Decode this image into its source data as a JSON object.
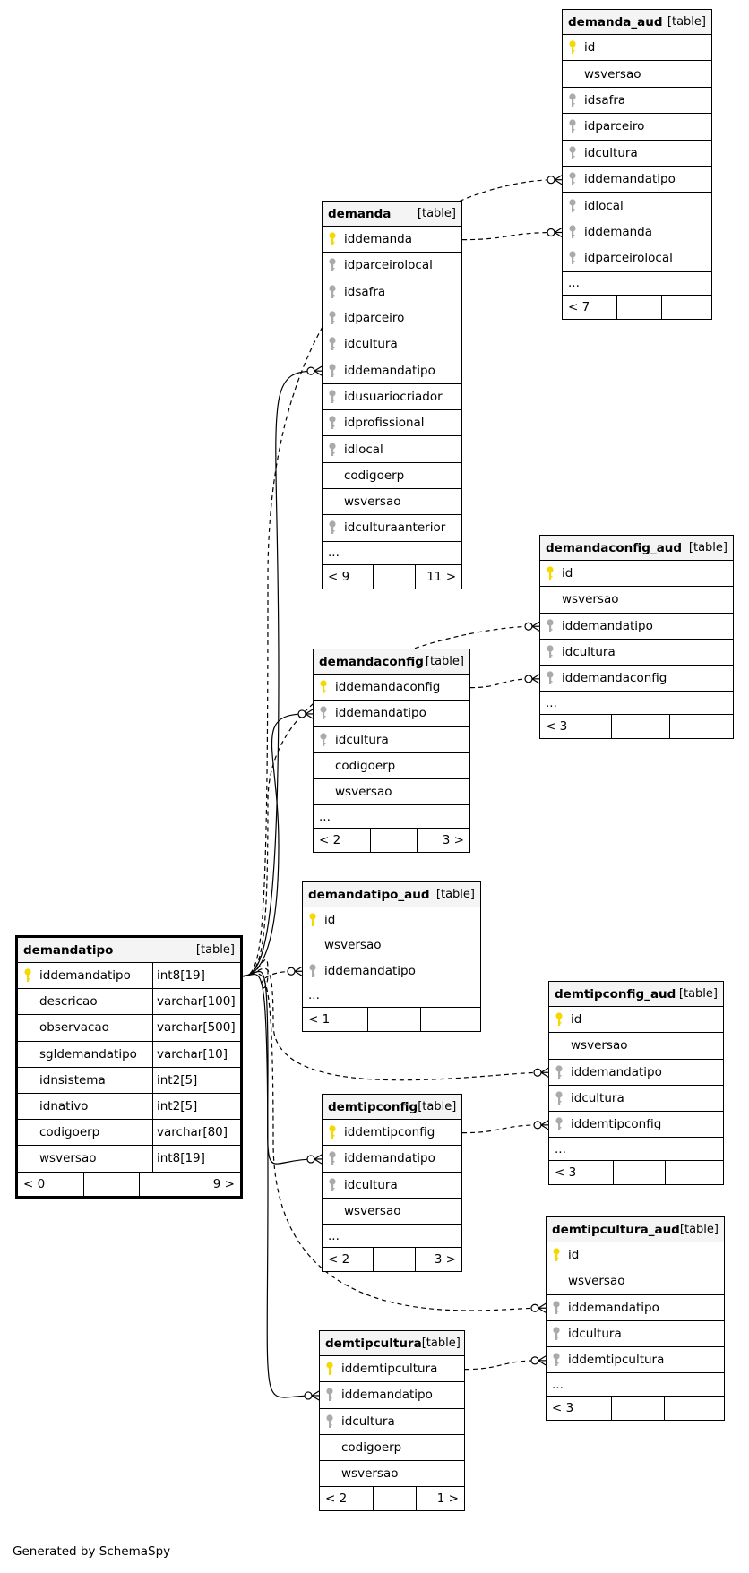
{
  "footer_text": "Generated by SchemaSpy",
  "tables": [
    {
      "name": "demandatipo",
      "type": "[table]",
      "main": true,
      "columns": [
        {
          "name": "iddemandatipo",
          "type": "int8[19]",
          "key": "pk"
        },
        {
          "name": "descricao",
          "type": "varchar[100]",
          "key": "none"
        },
        {
          "name": "observacao",
          "type": "varchar[500]",
          "key": "none"
        },
        {
          "name": "sgldemandatipo",
          "type": "varchar[10]",
          "key": "none"
        },
        {
          "name": "idnsistema",
          "type": "int2[5]",
          "key": "none"
        },
        {
          "name": "idnativo",
          "type": "int2[5]",
          "key": "none"
        },
        {
          "name": "codigoerp",
          "type": "varchar[80]",
          "key": "none"
        },
        {
          "name": "wsversao",
          "type": "int8[19]",
          "key": "none"
        }
      ],
      "more": "",
      "footer": [
        "< 0",
        "",
        "9 >"
      ]
    },
    {
      "name": "demanda_aud",
      "type": "[table]",
      "columns": [
        {
          "name": "id",
          "key": "pk"
        },
        {
          "name": "wsversao",
          "key": "none"
        },
        {
          "name": "idsafra",
          "key": "fk"
        },
        {
          "name": "idparceiro",
          "key": "fk"
        },
        {
          "name": "idcultura",
          "key": "fk"
        },
        {
          "name": "iddemandatipo",
          "key": "fk"
        },
        {
          "name": "idlocal",
          "key": "fk"
        },
        {
          "name": "iddemanda",
          "key": "fk"
        },
        {
          "name": "idparceirolocal",
          "key": "fk"
        }
      ],
      "more": "...",
      "footer": [
        "< 7",
        "",
        ""
      ]
    },
    {
      "name": "demanda",
      "type": "[table]",
      "columns": [
        {
          "name": "iddemanda",
          "key": "pk"
        },
        {
          "name": "idparceirolocal",
          "key": "fk"
        },
        {
          "name": "idsafra",
          "key": "fk"
        },
        {
          "name": "idparceiro",
          "key": "fk"
        },
        {
          "name": "idcultura",
          "key": "fk"
        },
        {
          "name": "iddemandatipo",
          "key": "fk"
        },
        {
          "name": "idusuariocriador",
          "key": "fk"
        },
        {
          "name": "idprofissional",
          "key": "fk"
        },
        {
          "name": "idlocal",
          "key": "fk"
        },
        {
          "name": "codigoerp",
          "key": "none"
        },
        {
          "name": "wsversao",
          "key": "none"
        },
        {
          "name": "idculturaanterior",
          "key": "fk"
        }
      ],
      "more": "...",
      "footer": [
        "< 9",
        "",
        "11 >"
      ]
    },
    {
      "name": "demandaconfig_aud",
      "type": "[table]",
      "columns": [
        {
          "name": "id",
          "key": "pk"
        },
        {
          "name": "wsversao",
          "key": "none"
        },
        {
          "name": "iddemandatipo",
          "key": "fk"
        },
        {
          "name": "idcultura",
          "key": "fk"
        },
        {
          "name": "iddemandaconfig",
          "key": "fk"
        }
      ],
      "more": "...",
      "footer": [
        "< 3",
        "",
        ""
      ]
    },
    {
      "name": "demandaconfig",
      "type": "[table]",
      "columns": [
        {
          "name": "iddemandaconfig",
          "key": "pk"
        },
        {
          "name": "iddemandatipo",
          "key": "fk"
        },
        {
          "name": "idcultura",
          "key": "fk"
        },
        {
          "name": "codigoerp",
          "key": "none"
        },
        {
          "name": "wsversao",
          "key": "none"
        }
      ],
      "more": "...",
      "footer": [
        "< 2",
        "",
        "3 >"
      ]
    },
    {
      "name": "demandatipo_aud",
      "type": "[table]",
      "columns": [
        {
          "name": "id",
          "key": "pk"
        },
        {
          "name": "wsversao",
          "key": "none"
        },
        {
          "name": "iddemandatipo",
          "key": "fk"
        }
      ],
      "more": "...",
      "footer": [
        "< 1",
        "",
        ""
      ]
    },
    {
      "name": "demtipconfig_aud",
      "type": "[table]",
      "columns": [
        {
          "name": "id",
          "key": "pk"
        },
        {
          "name": "wsversao",
          "key": "none"
        },
        {
          "name": "iddemandatipo",
          "key": "fk"
        },
        {
          "name": "idcultura",
          "key": "fk"
        },
        {
          "name": "iddemtipconfig",
          "key": "fk"
        }
      ],
      "more": "...",
      "footer": [
        "< 3",
        "",
        ""
      ]
    },
    {
      "name": "demtipconfig",
      "type": "[table]",
      "columns": [
        {
          "name": "iddemtipconfig",
          "key": "pk"
        },
        {
          "name": "iddemandatipo",
          "key": "fk"
        },
        {
          "name": "idcultura",
          "key": "fk"
        },
        {
          "name": "wsversao",
          "key": "none"
        }
      ],
      "more": "...",
      "footer": [
        "< 2",
        "",
        "3 >"
      ]
    },
    {
      "name": "demtipcultura_aud",
      "type": "[table]",
      "columns": [
        {
          "name": "id",
          "key": "pk"
        },
        {
          "name": "wsversao",
          "key": "none"
        },
        {
          "name": "iddemandatipo",
          "key": "fk"
        },
        {
          "name": "idcultura",
          "key": "fk"
        },
        {
          "name": "iddemtipcultura",
          "key": "fk"
        }
      ],
      "more": "...",
      "footer": [
        "< 3",
        "",
        ""
      ]
    },
    {
      "name": "demtipcultura",
      "type": "[table]",
      "columns": [
        {
          "name": "iddemtipcultura",
          "key": "pk"
        },
        {
          "name": "iddemandatipo",
          "key": "fk"
        },
        {
          "name": "idcultura",
          "key": "fk"
        },
        {
          "name": "codigoerp",
          "key": "none"
        },
        {
          "name": "wsversao",
          "key": "none"
        }
      ],
      "more": "",
      "footer": [
        "< 2",
        "",
        "1 >"
      ]
    }
  ],
  "relationships": [
    {
      "from": "demandatipo.iddemandatipo",
      "to": "demanda_aud.iddemandatipo",
      "style": "dashed"
    },
    {
      "from": "demanda.iddemanda",
      "to": "demanda_aud.iddemanda",
      "style": "dashed"
    },
    {
      "from": "demandatipo.iddemandatipo",
      "to": "demanda.iddemandatipo",
      "style": "solid"
    },
    {
      "from": "demandatipo.iddemandatipo",
      "to": "demandaconfig_aud.iddemandatipo",
      "style": "dashed"
    },
    {
      "from": "demandaconfig.iddemandaconfig",
      "to": "demandaconfig_aud.iddemandaconfig",
      "style": "dashed"
    },
    {
      "from": "demandatipo.iddemandatipo",
      "to": "demandaconfig.iddemandatipo",
      "style": "solid"
    },
    {
      "from": "demandatipo.iddemandatipo",
      "to": "demandatipo_aud.iddemandatipo",
      "style": "dashed"
    },
    {
      "from": "demandatipo.iddemandatipo",
      "to": "demtipconfig_aud.iddemandatipo",
      "style": "dashed"
    },
    {
      "from": "demtipconfig.iddemtipconfig",
      "to": "demtipconfig_aud.iddemtipconfig",
      "style": "dashed"
    },
    {
      "from": "demandatipo.iddemandatipo",
      "to": "demtipconfig.iddemandatipo",
      "style": "solid"
    },
    {
      "from": "demandatipo.iddemandatipo",
      "to": "demtipcultura_aud.iddemandatipo",
      "style": "dashed"
    },
    {
      "from": "demtipcultura.iddemtipcultura",
      "to": "demtipcultura_aud.iddemtipcultura",
      "style": "dashed"
    },
    {
      "from": "demandatipo.iddemandatipo",
      "to": "demtipcultura.iddemandatipo",
      "style": "solid"
    }
  ],
  "colors": {
    "pk_key": "#f5d800",
    "fk_key": "#aaaaaa",
    "header_bg": "#f4f4f4",
    "line": "#000000"
  }
}
